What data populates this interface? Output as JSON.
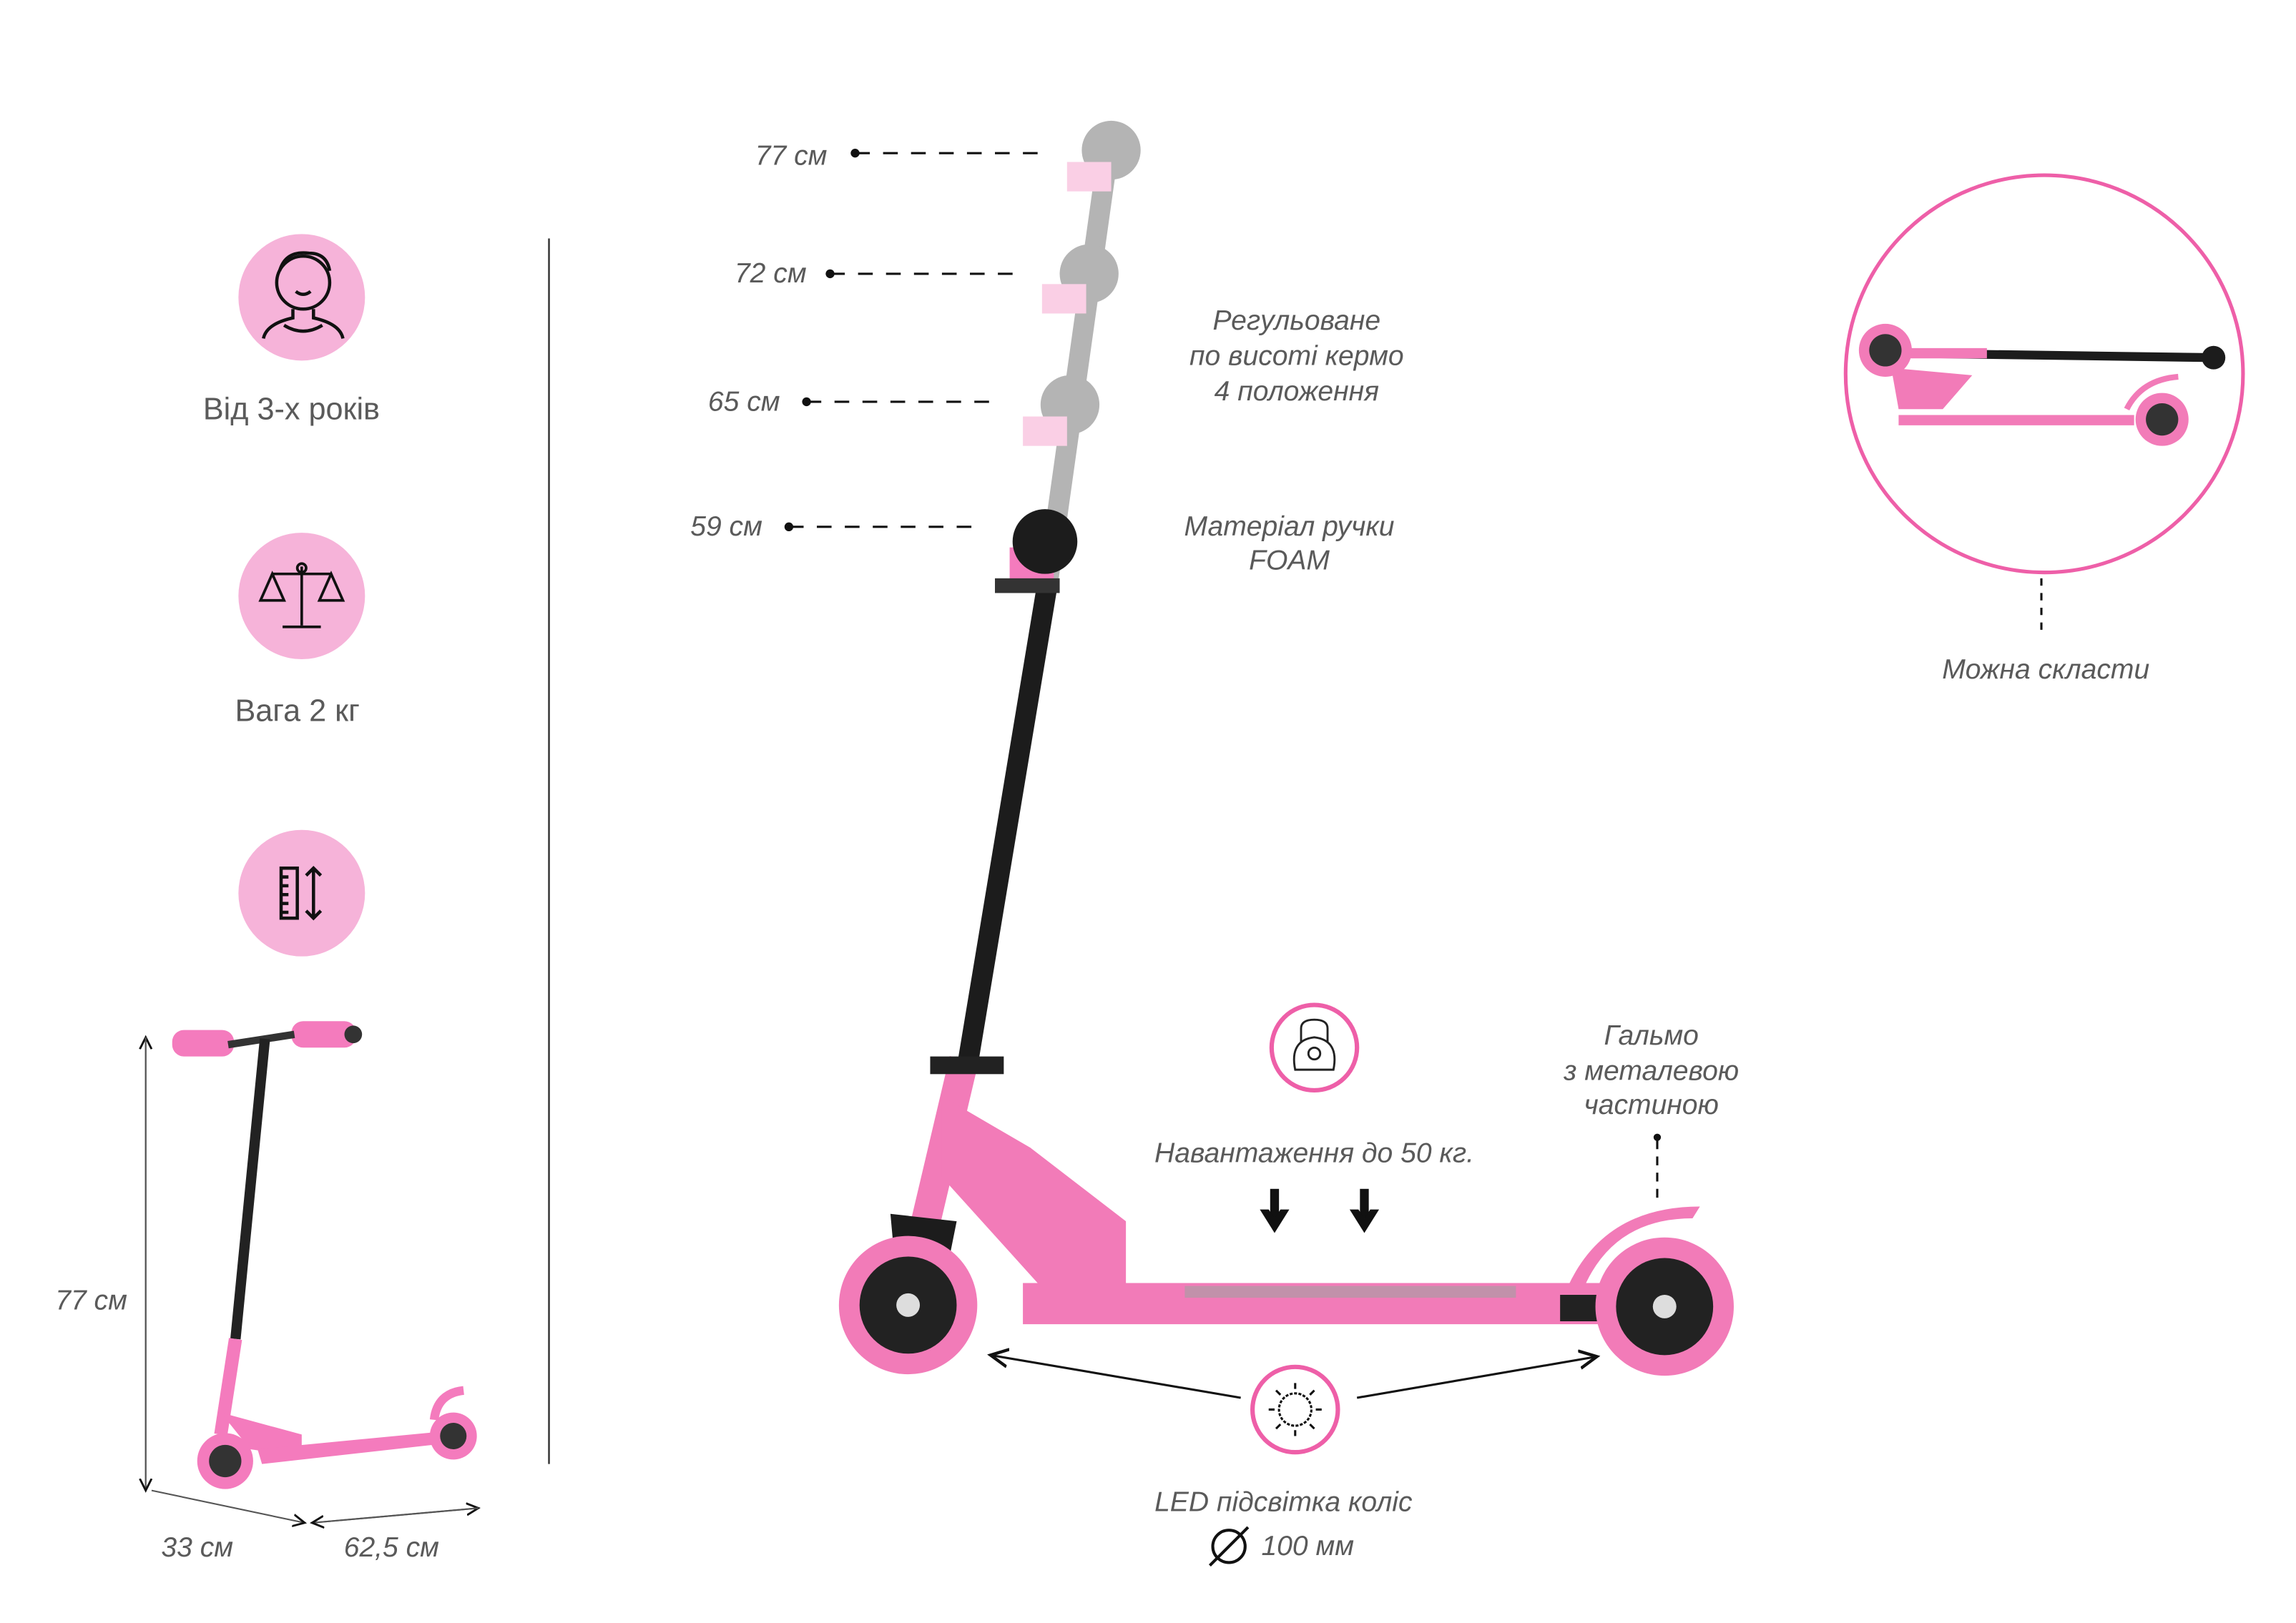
{
  "features": {
    "age": {
      "label": "Від 3-х років",
      "icon": "child-face-icon"
    },
    "weight": {
      "label": "Вага 2 кг",
      "icon": "scales-icon"
    },
    "size": {
      "icon": "ruler-height-icon"
    }
  },
  "dimensions": {
    "height": "77 см",
    "width": "33 см",
    "length": "62,5 см"
  },
  "handlebar_heights": [
    "77 см",
    "72 см",
    "65 см",
    "59 см"
  ],
  "callouts": {
    "adjustable": [
      "Регульоване",
      "по висоті кермо",
      "4 положення"
    ],
    "grip": [
      "Матеріал ручки",
      "FOAM"
    ],
    "load": "Навантаження до 50 кг.",
    "brake": [
      "Гальмо",
      "з металевою",
      "частиною"
    ],
    "led": "LED підсвітка коліс",
    "wheel_diameter": "100 мм",
    "foldable": "Можна скласти"
  },
  "colors": {
    "pink": "#f27bb8",
    "icon_bg": "#f6b3d9",
    "accent_ring": "#ee5fa8",
    "text": "#5a5a5a"
  }
}
